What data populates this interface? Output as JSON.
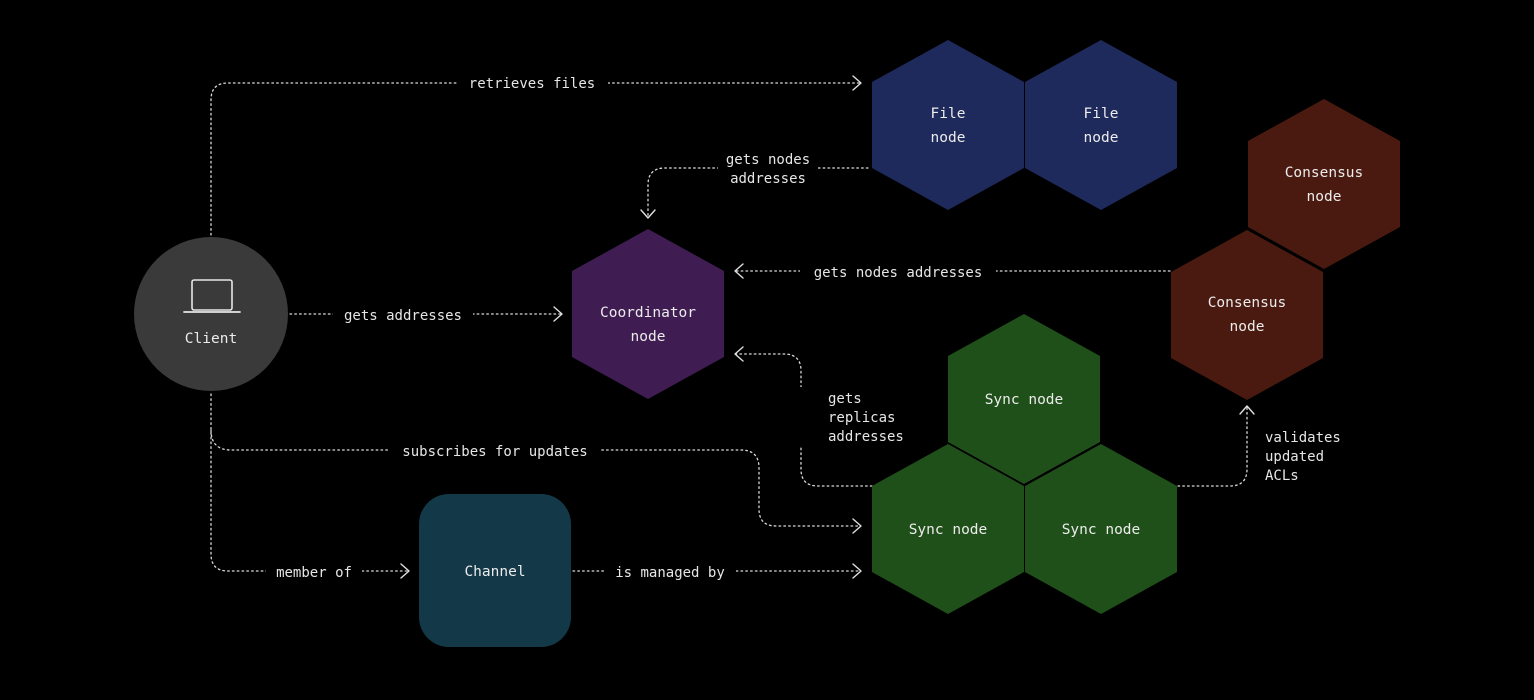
{
  "colors": {
    "background": "#000000",
    "client": "#3a3a3a",
    "file_node": "#1f2a5c",
    "coordinator_node": "#3f1d52",
    "consensus_node": "#4a1a10",
    "sync_node": "#20501a",
    "channel": "#133848",
    "edge": "#d9d9d9"
  },
  "nodes": {
    "client": {
      "label": "Client",
      "icon": "laptop-icon"
    },
    "file_node_1": {
      "line1": "File",
      "line2": "node"
    },
    "file_node_2": {
      "line1": "File",
      "line2": "node"
    },
    "coordinator": {
      "line1": "Coordinator",
      "line2": "node"
    },
    "consensus_1": {
      "line1": "Consensus",
      "line2": "node"
    },
    "consensus_2": {
      "line1": "Consensus",
      "line2": "node"
    },
    "sync_top": {
      "label": "Sync node"
    },
    "sync_left": {
      "label": "Sync node"
    },
    "sync_right": {
      "label": "Sync node"
    },
    "channel": {
      "label": "Channel"
    }
  },
  "edges": {
    "retrieves_files": "retrieves files",
    "gets_nodes_addresses_file": {
      "line1": "gets nodes",
      "line2": "addresses"
    },
    "gets_nodes_addresses_consensus": "gets nodes addresses",
    "gets_addresses": "gets addresses",
    "gets_replicas_addresses": {
      "line1": "gets",
      "line2": "replicas",
      "line3": "addresses"
    },
    "subscribes_for_updates": "subscribes for updates",
    "validates_updated_acls": {
      "line1": "validates",
      "line2": "updated",
      "line3": "ACLs"
    },
    "member_of": "member of",
    "is_managed_by": "is managed by"
  }
}
